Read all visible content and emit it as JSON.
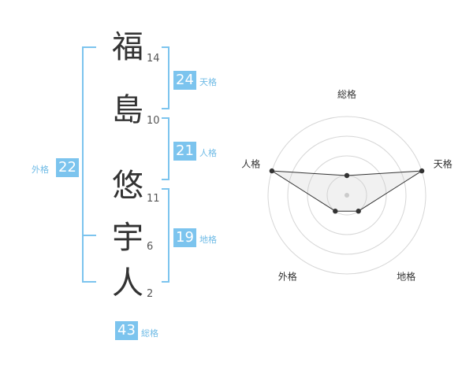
{
  "name": {
    "chars": [
      {
        "char": "福",
        "strokes": "14"
      },
      {
        "char": "島",
        "strokes": "10"
      },
      {
        "char": "悠",
        "strokes": "11"
      },
      {
        "char": "宇",
        "strokes": "6"
      },
      {
        "char": "人",
        "strokes": "2"
      }
    ]
  },
  "fortune": {
    "tenkaku": {
      "value": "24",
      "label": "天格"
    },
    "jinkaku": {
      "value": "21",
      "label": "人格"
    },
    "chikaku": {
      "value": "19",
      "label": "地格"
    },
    "gaikaku": {
      "value": "22",
      "label": "外格"
    },
    "soukaku": {
      "value": "43",
      "label": "総格"
    }
  },
  "chart_data": {
    "type": "radar",
    "axes": [
      "総格",
      "天格",
      "地格",
      "外格",
      "人格"
    ],
    "values": [
      1,
      4,
      1,
      1,
      4
    ],
    "max": 4,
    "rings": 4
  },
  "colors": {
    "accent": "#7cc4ee",
    "label": "#6fbbe6",
    "text": "#333333"
  }
}
